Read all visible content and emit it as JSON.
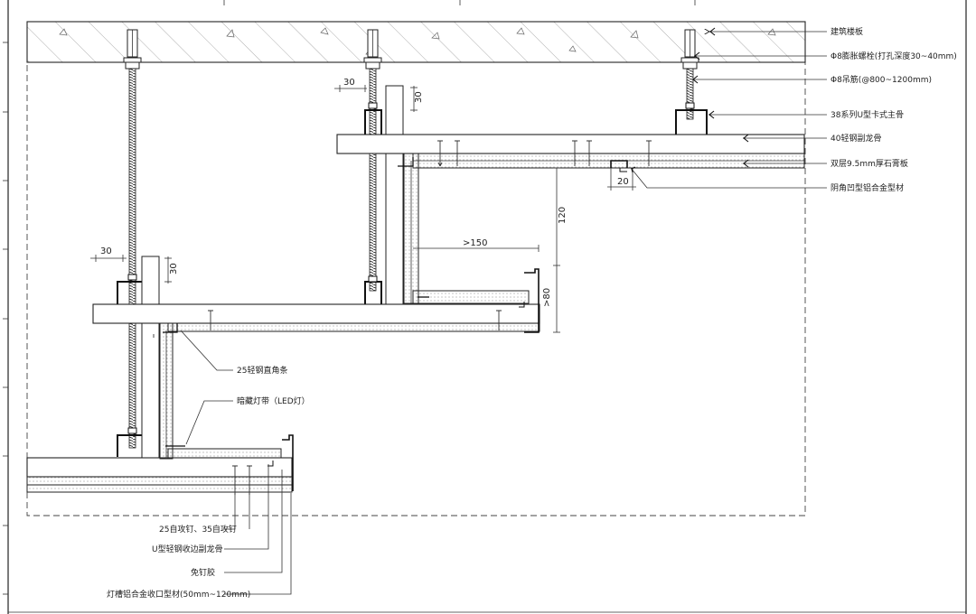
{
  "labels": {
    "slab": "建筑楼板",
    "expansion_bolt": "Φ8膨胀螺栓(打孔深度30~40mm)",
    "hanger_rod": "Φ8吊筋(@800~1200mm)",
    "main_keel": "38系列U型卡式主骨",
    "sub_keel": "40轻钢副龙骨",
    "gypsum_board": "双层9.5mm厚石膏板",
    "shadow_profile": "阴角凹型铝合金型材",
    "corner_strip": "25轻钢直角条",
    "led_strip": "暗藏灯带（LED灯）",
    "screws": "25自攻钉、35自攻钉",
    "u_edge_keel": "U型轻钢收边副龙骨",
    "nail_free_glue": "免钉胶",
    "trim_profile": "灯槽铝合金收口型材(50mm~120mm)"
  },
  "dimensions": {
    "d30_top_h": "30",
    "d30_top_v": "30",
    "d30_mid_h": "30",
    "d30_mid_v": "30",
    "d20": "20",
    "d120": "120",
    "d150": ">150",
    "d80": ">80"
  }
}
